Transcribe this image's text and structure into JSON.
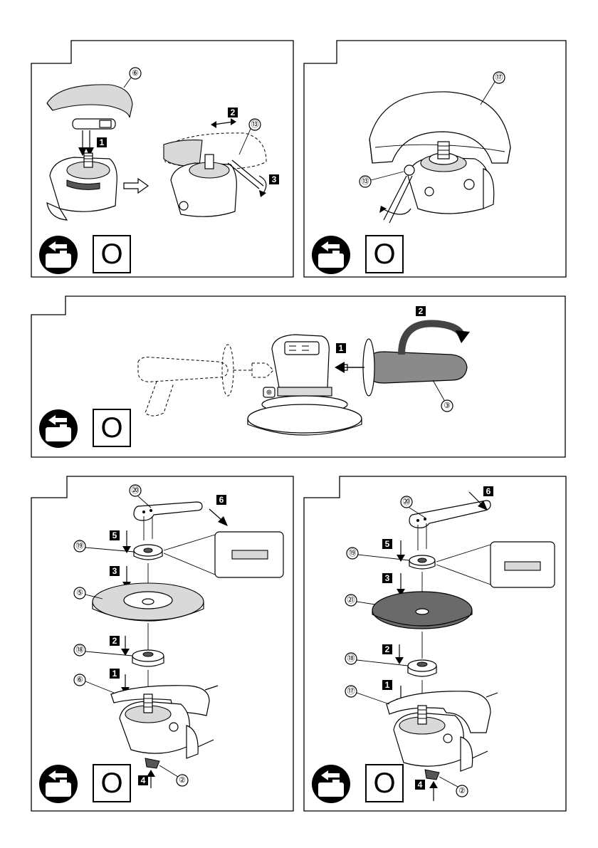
{
  "panels": [
    {
      "callouts": [
        "⑥",
        "⑬"
      ],
      "steps": [
        "1",
        "2",
        "3"
      ],
      "mark": "O"
    },
    {
      "callouts": [
        "⑰",
        "⑬"
      ],
      "mark": "O"
    },
    {
      "callouts": [
        "③"
      ],
      "steps": [
        "1",
        "2"
      ],
      "mark": "O"
    },
    {
      "callouts": [
        "⑳",
        "⑲",
        "⑤",
        "⑱",
        "⑥",
        "②"
      ],
      "steps": [
        "1",
        "2",
        "3",
        "4",
        "5",
        "6"
      ],
      "mark": "O"
    },
    {
      "callouts": [
        "⑳",
        "⑲",
        "㉑",
        "⑱",
        "⑰",
        "②"
      ],
      "steps": [
        "1",
        "2",
        "3",
        "4",
        "5",
        "6"
      ],
      "mark": "O"
    }
  ],
  "icons": [
    "battery-remove-icon",
    "arrow-icon",
    "guard-icon",
    "side-handle-icon",
    "wheel-icon",
    "wrench-icon",
    "flange-icon"
  ]
}
